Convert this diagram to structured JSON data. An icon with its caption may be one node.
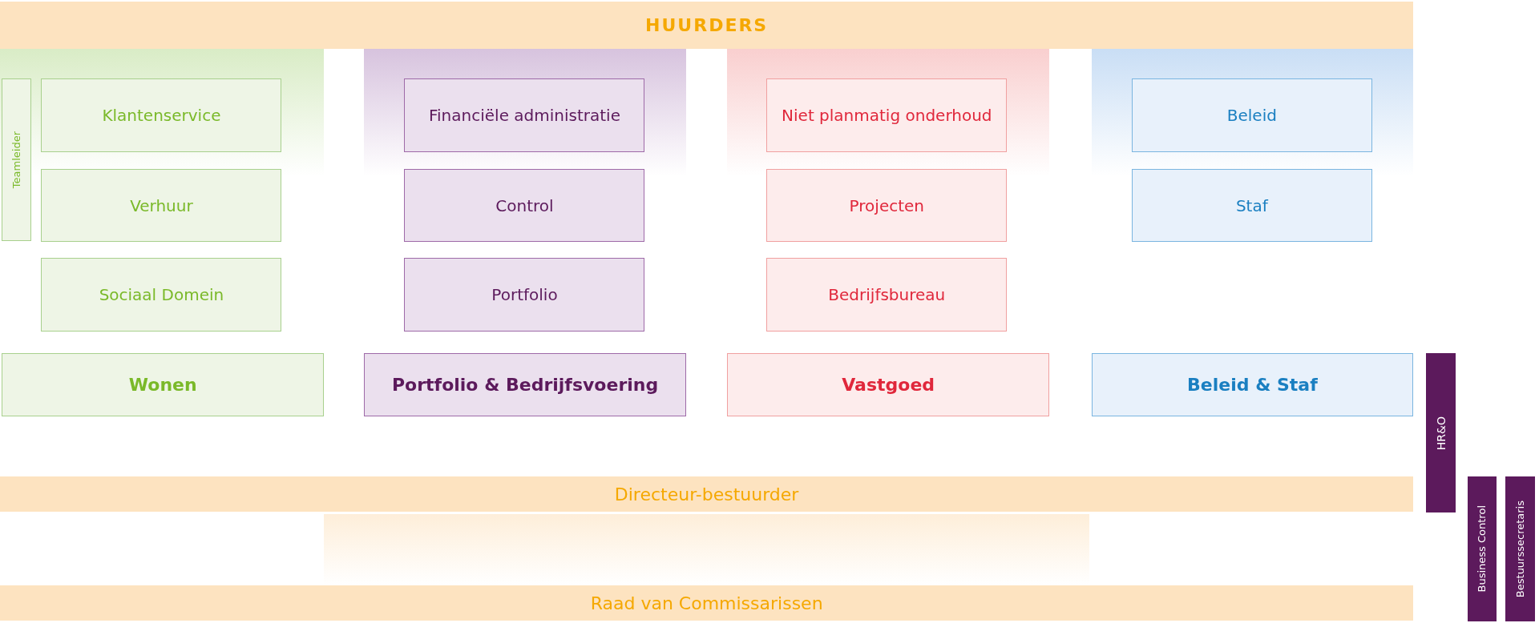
{
  "diagram": {
    "nodes": [
      {
        "text": [
          "HUURDERS"
        ]
      },
      {
        "text": [
          "Teamleider"
        ]
      },
      {
        "text": [
          "Klantenservice"
        ]
      },
      {
        "text": [
          "Financiële administratie"
        ]
      },
      {
        "text": [
          "Niet planmatig onderhoud"
        ]
      },
      {
        "text": [
          "Beleid"
        ]
      },
      {
        "text": [
          "Verhuur"
        ]
      },
      {
        "text": [
          "Control"
        ]
      },
      {
        "text": [
          "Projecten"
        ]
      },
      {
        "text": [
          "Staf"
        ]
      },
      {
        "text": [
          "Sociaal Domein"
        ]
      },
      {
        "text": [
          "Portfolio"
        ]
      },
      {
        "text": [
          "Bedrijfsbureau"
        ]
      },
      {
        "text": [
          "Wonen"
        ]
      },
      {
        "text": [
          "Portfolio & Bedrijfsvoering"
        ]
      },
      {
        "text": [
          "Vastgoed"
        ]
      },
      {
        "text": [
          "Beleid & Staf"
        ]
      },
      {
        "text": [
          "HR&O"
        ]
      },
      {
        "text": [
          "Directeur-bestuurder"
        ]
      },
      {
        "text": [
          "Business Control"
        ]
      },
      {
        "text": [
          "Bestuurssecretaris"
        ]
      },
      {
        "text": [
          "Raad van Commissarissen"
        ]
      }
    ],
    "edges": []
  }
}
